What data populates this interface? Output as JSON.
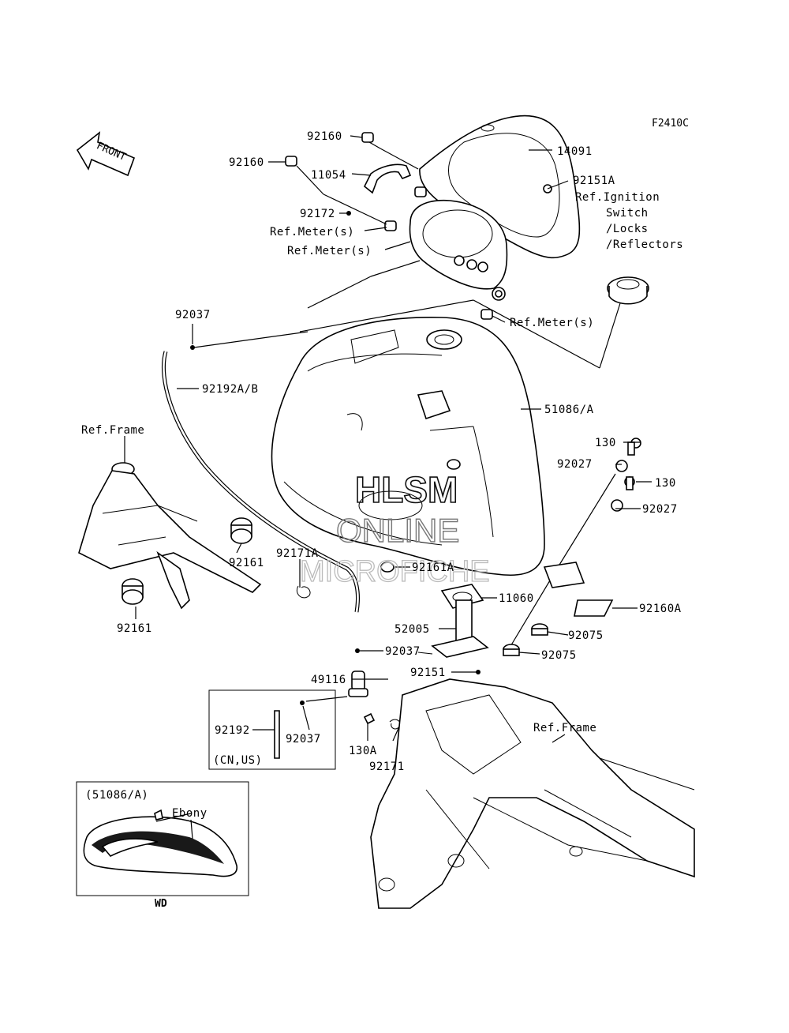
{
  "diagram": {
    "figure_code": "F2410C",
    "direction_label": "FRONT",
    "watermark": [
      "HLSM",
      "ONLINE",
      "MICROFICHE"
    ],
    "callouts": {
      "c92160_top": "92160",
      "c14091": "14091",
      "c92160_left": "92160",
      "c11054": "11054",
      "c92151A": "92151A",
      "ref_ignition_1": "Ref.Ignition",
      "ref_ignition_2": "Switch",
      "ref_ignition_3": "/Locks",
      "ref_ignition_4": "/Reflectors",
      "c92172": "92172",
      "ref_meter_1": "Ref.Meter(s)",
      "ref_meter_2": "Ref.Meter(s)",
      "ref_meter_3": "Ref.Meter(s)",
      "c92037_top": "92037",
      "c92192AB": "92192A/B",
      "c51086A": "51086/A",
      "ref_frame_left": "Ref.Frame",
      "c130_a": "130",
      "c92027_a": "92027",
      "c130_b": "130",
      "c92027_b": "92027",
      "c92161_a": "92161",
      "c92171A": "92171A",
      "c92161A": "92161A",
      "c11060": "11060",
      "c92161_b": "92161",
      "c52005": "52005",
      "c92160A": "92160A",
      "c92037_mid": "92037",
      "c92075_a": "92075",
      "c92075_b": "92075",
      "c92151": "92151",
      "c49116": "49116",
      "c92192": "92192",
      "c92037_box": "92037",
      "cn_us": "(CN,US)",
      "c130A": "130A",
      "c92171": "92171",
      "ref_frame_right": "Ref.Frame",
      "inset_code": "(51086/A)",
      "inset_color": "Ebony",
      "inset_caption": "WD"
    }
  }
}
